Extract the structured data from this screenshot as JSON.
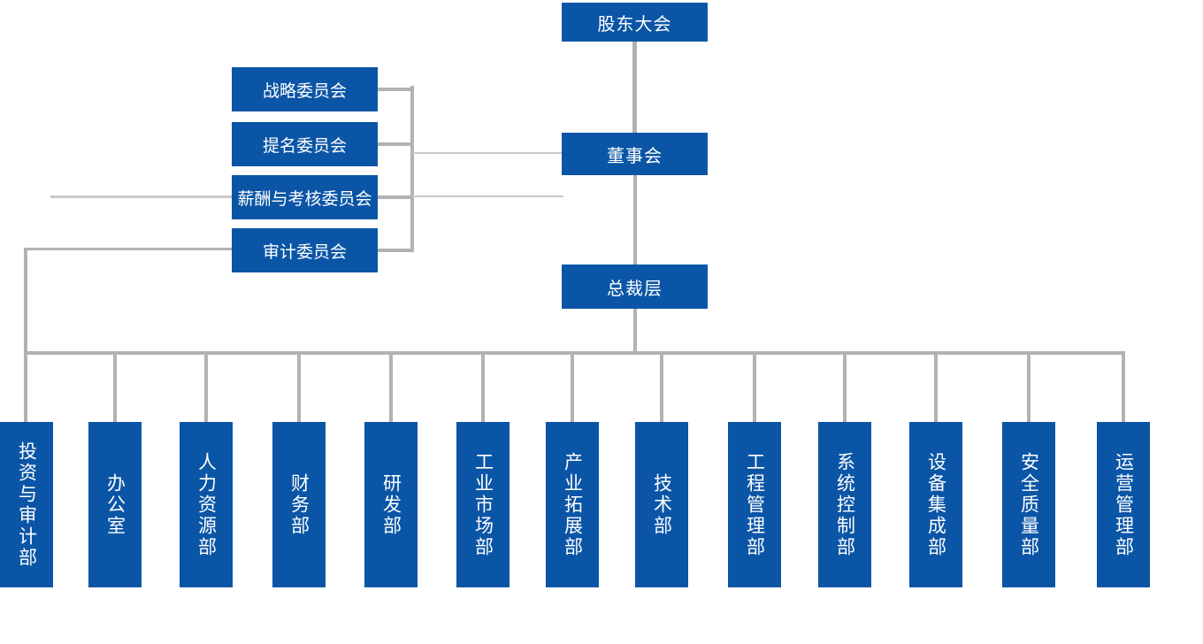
{
  "chart_title": "",
  "org": {
    "top": {
      "label": "股东大会"
    },
    "board": {
      "label": "董事会"
    },
    "president": {
      "label": "总裁层"
    },
    "committees": [
      {
        "label": "战略委员会"
      },
      {
        "label": "提名委员会"
      },
      {
        "label": "薪酬与考核委员会"
      },
      {
        "label": "审计委员会"
      }
    ],
    "departments": [
      {
        "label": "投资与审计部"
      },
      {
        "label": "办公室"
      },
      {
        "label": "人力资源部"
      },
      {
        "label": "财务部"
      },
      {
        "label": "研发部"
      },
      {
        "label": "工业市场部"
      },
      {
        "label": "产业拓展部"
      },
      {
        "label": "技术部"
      },
      {
        "label": "工程管理部"
      },
      {
        "label": "系统控制部"
      },
      {
        "label": "设备集成部"
      },
      {
        "label": "安全质量部"
      },
      {
        "label": "运营管理部"
      }
    ]
  },
  "colors": {
    "node_blue": "#0b55a6",
    "connector_gray": "#b2b2b2",
    "connector_light_gray": "#c9c9c9",
    "text_white": "#ffffff"
  }
}
